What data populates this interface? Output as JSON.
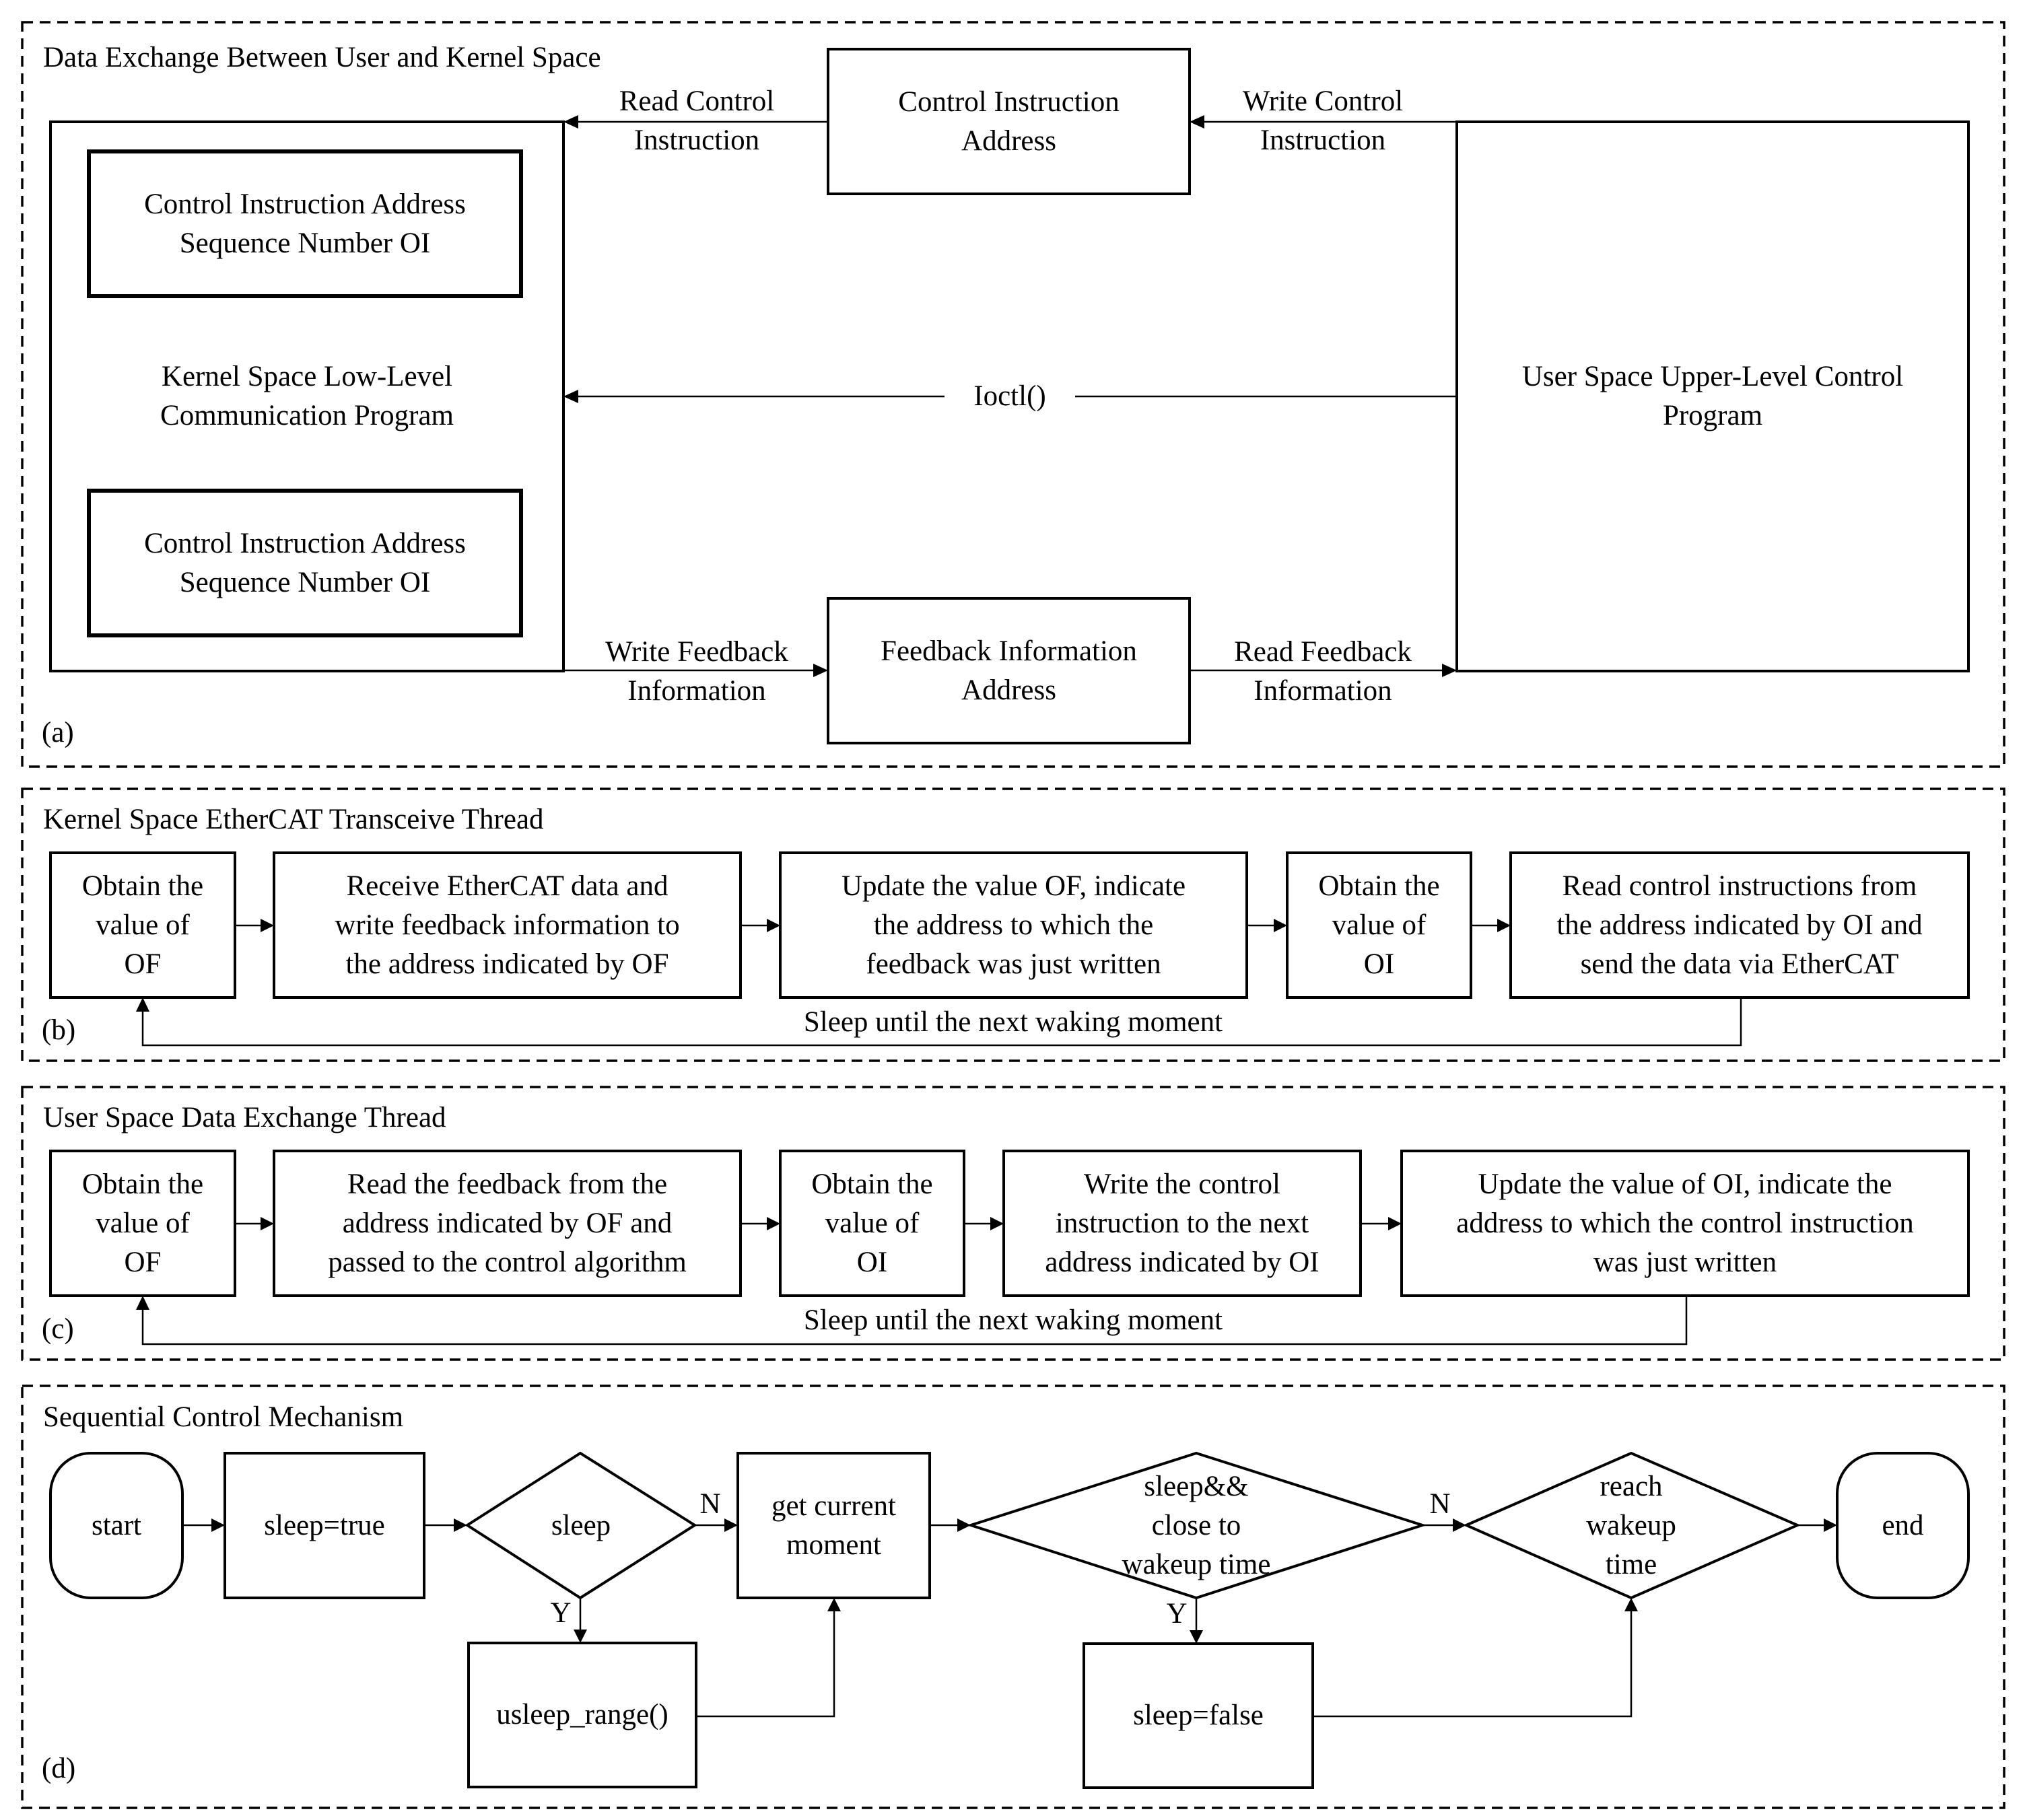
{
  "panel_a": {
    "title": "Data Exchange Between User and Kernel Space",
    "tag": "(a)",
    "kernel_box": {
      "top_inner": "Control Instruction Address\nSequence Number OI",
      "label": "Kernel Space Low-Level\nCommunication Program",
      "bottom_inner": "Control Instruction Address\nSequence Number OI"
    },
    "user_box": "User Space Upper-Level Control\nProgram",
    "control_addr": "Control Instruction\nAddress",
    "feedback_addr": "Feedback Information\nAddress",
    "read_control": "Read Control\nInstruction",
    "write_control": "Write Control\nInstruction",
    "ioctl": "Ioctl()",
    "write_feedback": "Write Feedback\nInformation",
    "read_feedback": "Read Feedback\nInformation"
  },
  "panel_b": {
    "title": "Kernel Space EtherCAT Transceive Thread",
    "tag": "(b)",
    "steps": [
      "Obtain the\nvalue of\nOF",
      "Receive EtherCAT data and\nwrite feedback information to\nthe address indicated by OF",
      "Update the value OF, indicate\nthe address to which the\nfeedback was just written",
      "Obtain the\nvalue of\nOI",
      "Read control instructions from\nthe address indicated by OI and\nsend the data via EtherCAT"
    ],
    "loop": "Sleep until the next waking moment"
  },
  "panel_c": {
    "title": "User Space Data Exchange Thread",
    "tag": "(c)",
    "steps": [
      "Obtain the\nvalue of\nOF",
      "Read the feedback from the\naddress indicated by OF and\npassed to the control algorithm",
      "Obtain the\nvalue of\nOI",
      "Write the control\ninstruction to the next\naddress indicated by OI",
      "Update the value of OI, indicate the\naddress to which the control instruction\nwas just written"
    ],
    "loop": "Sleep until the next waking moment"
  },
  "panel_d": {
    "title": "Sequential Control Mechanism",
    "tag": "(d)",
    "start": "start",
    "sleep_true": "sleep=true",
    "sleep_cond": "sleep",
    "get_moment": "get current\nmoment",
    "close_cond": "sleep&&\nclose to\nwakeup time",
    "reach_cond": "reach\nwakeup\ntime",
    "end": "end",
    "usleep": "usleep_range()",
    "sleep_false": "sleep=false",
    "n1": "N",
    "y1": "Y",
    "n2": "N",
    "y2": "Y"
  }
}
